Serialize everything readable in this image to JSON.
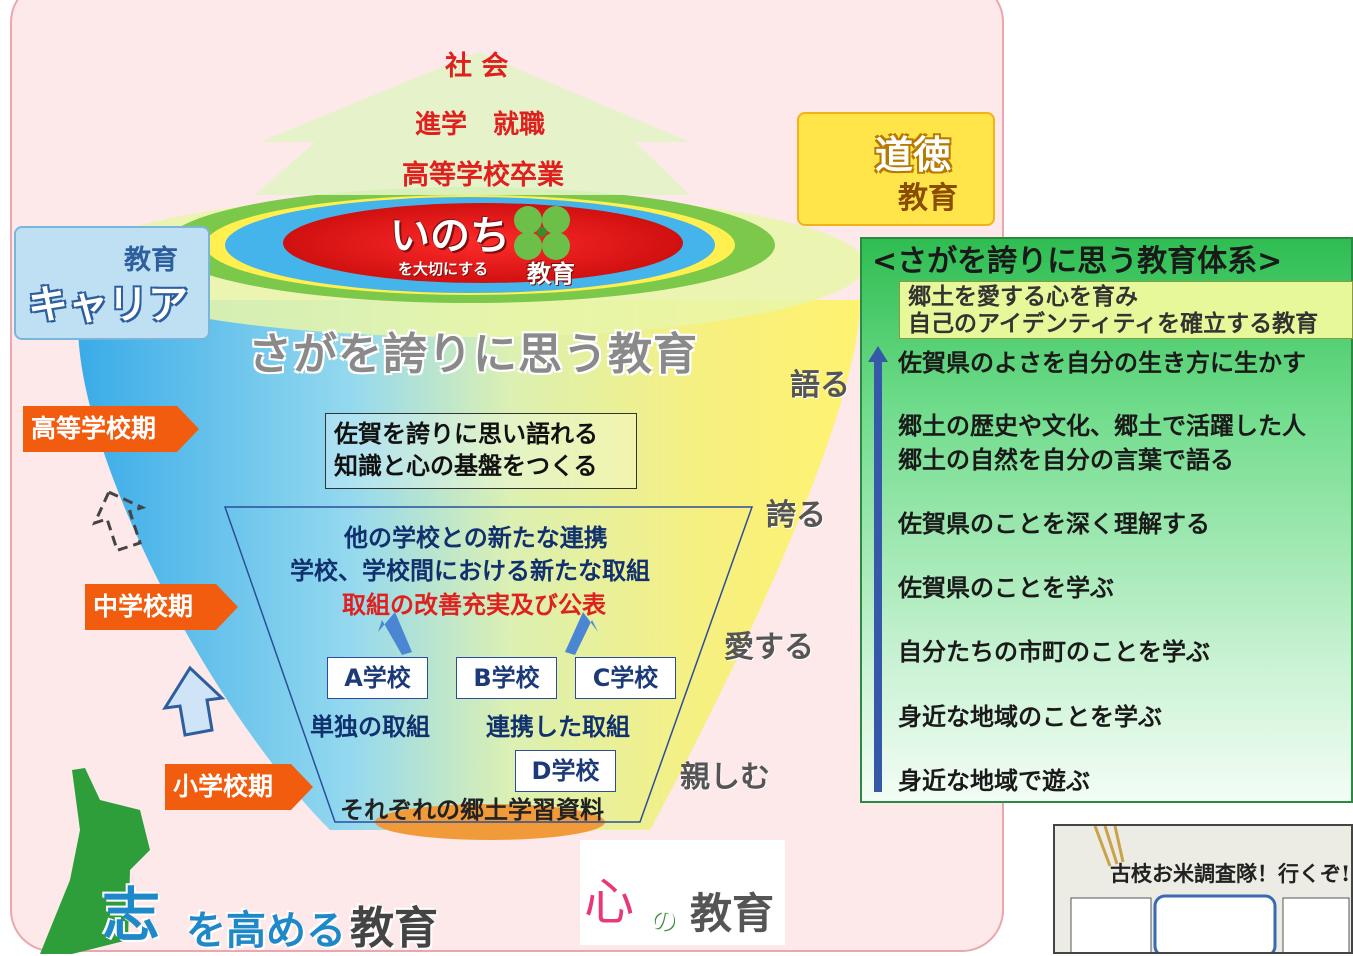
{
  "top": {
    "society": "社 会",
    "advance": "進学　就職",
    "graduation": "高等学校卒業"
  },
  "inochi": {
    "main": "いのち",
    "sub": "を大切にする",
    "edu": "教育"
  },
  "main_title": "さがを誇りに思う教育",
  "verbs": [
    "語る",
    "誇る",
    "愛する",
    "親しむ"
  ],
  "base_box": {
    "line1": "佐賀を誇りに思い語れる",
    "line2": "知識と心の基盤をつくる"
  },
  "cooperation": {
    "line1": "他の学校との新たな連携",
    "line2": "学校、学校間における新たな取組",
    "line3": "取組の改善充実及び公表"
  },
  "schools": {
    "a": "A学校",
    "b": "B学校",
    "c": "C学校",
    "d": "D学校"
  },
  "single_effort": "単独の取組",
  "linked_effort": "連携した取組",
  "materials": "それぞれの郷土学習資料",
  "stages": {
    "high": "高等学校期",
    "middle": "中学校期",
    "elementary": "小学校期"
  },
  "badges": {
    "career_edu": "教育",
    "career": "キャリア",
    "moral": "道徳",
    "moral_edu": "教育",
    "kokoro": "心",
    "kokoro_no": "の",
    "kokoro_edu": "教育",
    "kokorozashi": "志",
    "kokorozashi_rest": "を高める",
    "kokorozashi_edu": "教育"
  },
  "system": {
    "title": "<さがを誇りに思う教育体系>",
    "sub_line1": "郷土を愛する心を育み",
    "sub_line2": "自己のアイデンティティを確立する教育",
    "items": [
      "佐賀県のよさを自分の生き方に生かす",
      "郷土の歴史や文化、郷土で活躍した人",
      "郷土の自然を自分の言葉で語る",
      "佐賀県のことを深く理解する",
      "佐賀県のことを学ぶ",
      "自分たちの市町のことを学ぶ",
      "身近な地域のことを学ぶ",
      "身近な地域で遊ぶ"
    ]
  },
  "photo_title": "古枝お米調査隊！行くぞ!"
}
